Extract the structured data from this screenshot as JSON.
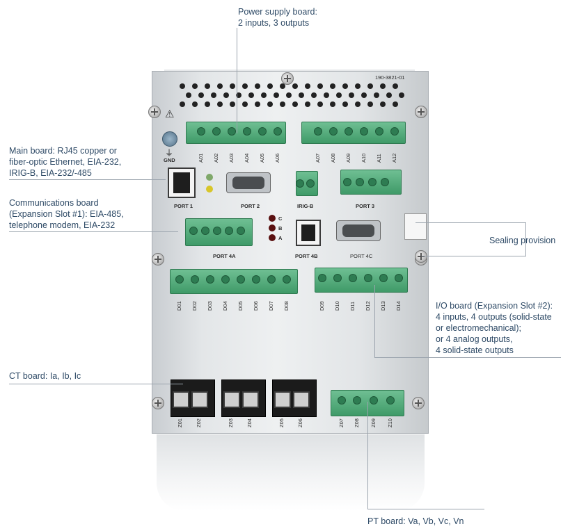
{
  "callouts": {
    "power": "Power supply board:\n2 inputs, 3 outputs",
    "main": "Main board: RJ45 copper or\nfiber-optic Ethernet, EIA-232,\nIRIG-B, EIA-232/-485",
    "comms": "Communications board\n(Expansion Slot #1): EIA-485,\ntelephone modem, EIA-232",
    "sealing": "Sealing provision",
    "io": "I/O board (Expansion Slot #2):\n4 inputs, 4 outputs (solid-state\nor electromechanical);\nor 4 analog outputs,\n4 solid-state outputs",
    "ct": "CT board: Ia, Ib, Ic",
    "pt": "PT board: Va, Vb, Vc, Vn"
  },
  "device": {
    "part_number": "190-3821-01",
    "gnd": "GND",
    "warning_symbol": "⚠",
    "ground_symbol": "⏚",
    "ports": {
      "port1": "PORT 1",
      "port2": "PORT 2",
      "irigb": "IRIG-B",
      "port3": "PORT 3",
      "port4a": "PORT 4A",
      "port4b": "PORT 4B",
      "port4c": "PORT 4C"
    },
    "leds": [
      "C",
      "B",
      "A"
    ],
    "a_terminals": [
      "A01",
      "A02",
      "A03",
      "A04",
      "A05",
      "A06",
      "A07",
      "A08",
      "A09",
      "A10",
      "A11",
      "A12"
    ],
    "d_terminals": [
      "D01",
      "D02",
      "D03",
      "D04",
      "D05",
      "D06",
      "D07",
      "D08",
      "D09",
      "D10",
      "D11",
      "D12",
      "D13",
      "D14"
    ],
    "z_terminals": [
      "Z01",
      "Z02",
      "Z03",
      "Z04",
      "Z05",
      "Z06",
      "Z07",
      "Z08",
      "Z09",
      "Z10"
    ]
  }
}
